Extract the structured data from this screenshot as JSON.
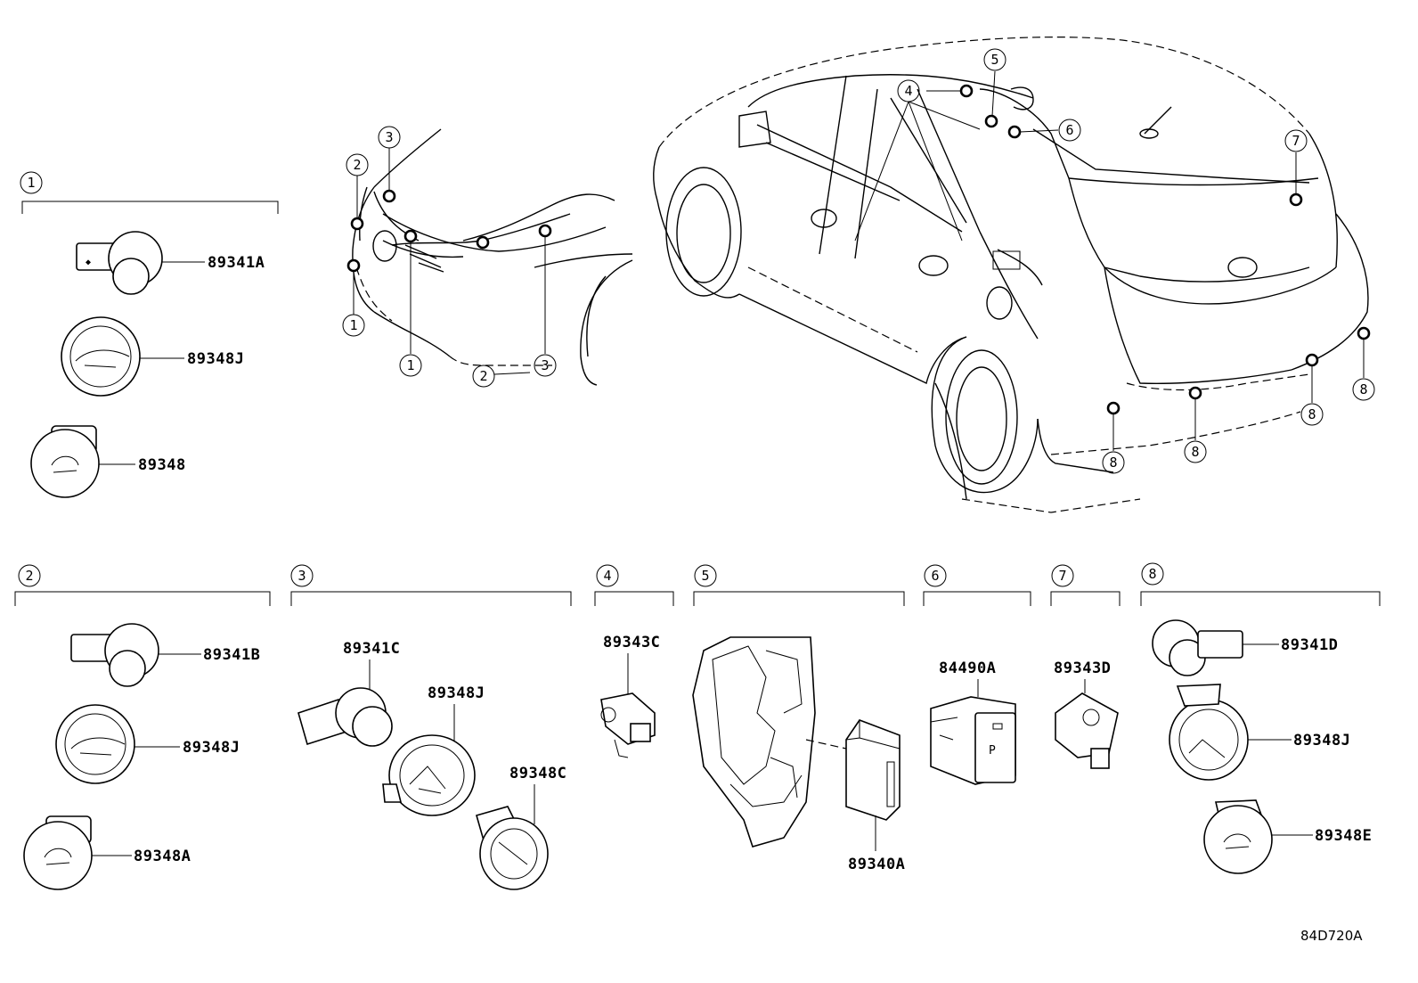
{
  "diagram": {
    "drawing_code": "84D720A",
    "groups": [
      {
        "id": "1",
        "parts": [
          "89341A",
          "89348J",
          "89348"
        ]
      },
      {
        "id": "2",
        "parts": [
          "89341B",
          "89348J",
          "89348A"
        ]
      },
      {
        "id": "3",
        "parts": [
          "89341C",
          "89348J",
          "89348C"
        ]
      },
      {
        "id": "4",
        "parts": [
          "89343C"
        ]
      },
      {
        "id": "5",
        "parts": [
          "89340A"
        ]
      },
      {
        "id": "6",
        "parts": [
          "84490A"
        ]
      },
      {
        "id": "7",
        "parts": [
          "89343D"
        ]
      },
      {
        "id": "8",
        "parts": [
          "89341D",
          "89348J",
          "89348E"
        ]
      }
    ],
    "switch_label": "P"
  }
}
